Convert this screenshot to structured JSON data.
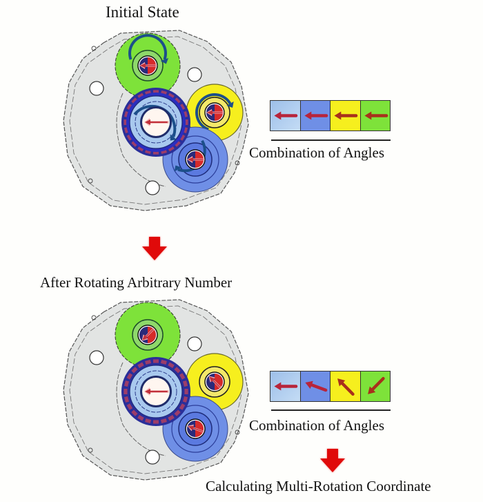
{
  "titles": {
    "initial": "Initial State",
    "after": "After Rotating Arbitrary Number",
    "combination": "Combination of Angles",
    "calculating": "Calculating Multi-Rotation Coordinate"
  },
  "colors": {
    "plate": "#e2e4e3",
    "plate_stroke": "#555555",
    "main_gear_light": "#a9c9ee",
    "main_gear_ring": "#2a2f9a",
    "main_gear_ring_accent": "#b04060",
    "blue_gear": "#6f8fe6",
    "yellow_gear": "#f6ef1e",
    "green_gear": "#7ee23a",
    "arrow_red": "#c0303a",
    "down_arrow": "#e00a0a",
    "hub_navy": "#2a2a7a",
    "hub_red": "#d62a2a"
  },
  "gears": [
    {
      "id": "main",
      "name": "main-gear",
      "color_key": "main_gear_light"
    },
    {
      "id": "blue",
      "name": "blue-gear",
      "color_key": "blue_gear"
    },
    {
      "id": "yellow",
      "name": "yellow-gear",
      "color_key": "yellow_gear"
    },
    {
      "id": "green",
      "name": "green-gear",
      "color_key": "green_gear"
    }
  ],
  "states": {
    "initial": {
      "angles_deg": {
        "main": 180,
        "blue": 180,
        "yellow": 180,
        "green": 180
      },
      "rotation_arrows": true
    },
    "after": {
      "angles_deg": {
        "main": 180,
        "blue": 160,
        "yellow": 135,
        "green": 225
      },
      "rotation_arrows": false
    }
  },
  "combination_order": [
    "main",
    "blue",
    "yellow",
    "green"
  ]
}
